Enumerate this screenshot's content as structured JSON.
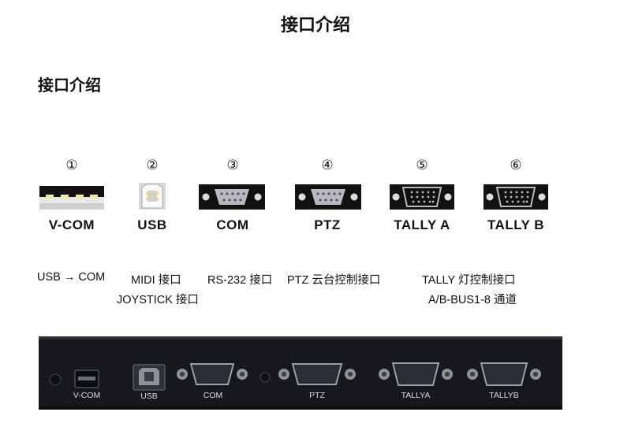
{
  "page": {
    "title": "接口介绍",
    "section_heading": "接口介绍"
  },
  "ports": [
    {
      "number": "①",
      "label": "V-COM",
      "icon": "usb-a-port-icon"
    },
    {
      "number": "②",
      "label": "USB",
      "icon": "usb-b-port-icon"
    },
    {
      "number": "③",
      "label": "COM",
      "icon": "db9-serial-port-icon"
    },
    {
      "number": "④",
      "label": "PTZ",
      "icon": "db9-serial-port-icon"
    },
    {
      "number": "⑤",
      "label": "TALLY A",
      "icon": "db15-port-icon"
    },
    {
      "number": "⑥",
      "label": "TALLY B",
      "icon": "db15-port-icon"
    }
  ],
  "descriptions": {
    "vcom": "USB → COM",
    "usb_line1": "MIDI 接口",
    "usb_line2": "JOYSTICK 接口",
    "com": "RS-232 接口",
    "ptz": "PTZ 云台控制接口",
    "tally_line1": "TALLY  灯控制接口",
    "tally_line2": "A/B-BUS1-8 通道"
  },
  "panel_labels": {
    "vcom": "V-COM",
    "usb": "USB",
    "com": "COM",
    "ptz": "PTZ",
    "tallya": "TALLYA",
    "tallyb": "TALLYB"
  },
  "colors": {
    "panel": "#16181c",
    "connector_body": "#111111",
    "connector_face": "#b8b8c0"
  }
}
